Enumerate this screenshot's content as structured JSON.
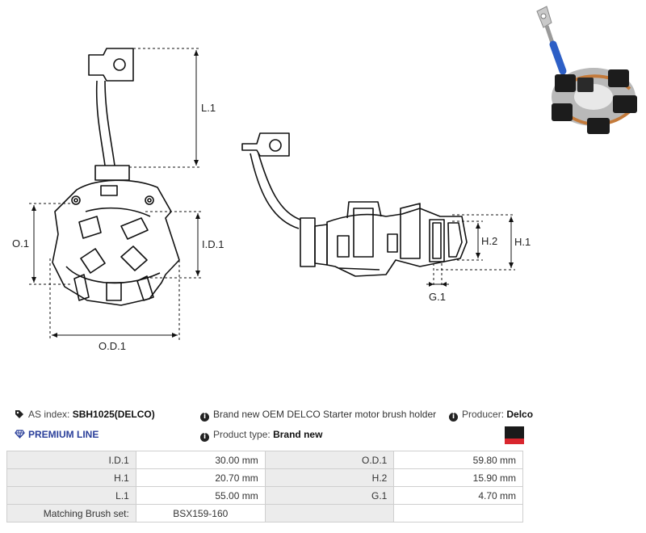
{
  "dimensions": {
    "L1": "L.1",
    "O1": "O.1",
    "ID1": "I.D.1",
    "OD1": "O.D.1",
    "H1": "H.1",
    "H2": "H.2",
    "G1": "G.1"
  },
  "info": {
    "as_index_label": "AS index:",
    "as_index_value": "SBH1025(DELCO)",
    "description": "Brand new OEM DELCO Starter motor brush holder",
    "producer_label": "Producer:",
    "producer_value": "Delco",
    "premium_line": "PREMIUM LINE",
    "product_type_label": "Product type:",
    "product_type_value": "Brand new"
  },
  "icons": {
    "tag": "tag-icon",
    "info": "info-icon",
    "diamond": "diamond-icon",
    "brand_badge": "brand-badge-icon"
  },
  "colors": {
    "premium": "#2a3f9a",
    "badge_top": "#1a1a1a",
    "badge_bottom": "#d9262e"
  },
  "specs": [
    {
      "k1": "I.D.1",
      "v1": "30.00 mm",
      "k2": "O.D.1",
      "v2": "59.80 mm"
    },
    {
      "k1": "H.1",
      "v1": "20.70 mm",
      "k2": "H.2",
      "v2": "15.90 mm"
    },
    {
      "k1": "L.1",
      "v1": "55.00 mm",
      "k2": "G.1",
      "v2": "4.70 mm"
    }
  ],
  "matching": {
    "label": "Matching Brush set:",
    "value": "BSX159-160"
  }
}
